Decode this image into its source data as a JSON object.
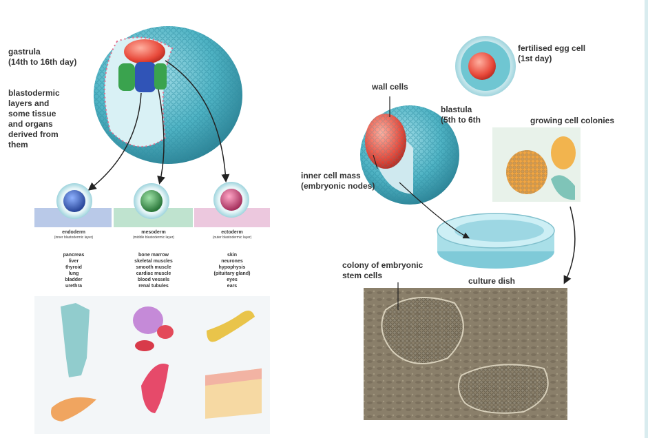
{
  "labels": {
    "gastrula": "gastrula\n(14th to 16th day)",
    "blastodermic": "blastodermic\nlayers and\nsome tissue\nand organs\nderived from\nthem",
    "fertilised_egg": "fertilised egg cell\n(1st day)",
    "wall_cells": "wall cells",
    "blastula": "blastula\n(5th to 6th",
    "growing_colonies": "growing cell colonies",
    "inner_cell_mass": "inner cell mass\n(embryonic nodes)",
    "colony_embryonic": "colony of embryonic\nstem cells",
    "culture_dish": "culture dish"
  },
  "germ_layers": [
    {
      "name": "endoderm",
      "subtitle": "(inner blastodermic layer)",
      "organs": [
        "pancreas",
        "liver",
        "thyroid",
        "lung",
        "bladder",
        "urethra"
      ],
      "color": "#2f4fa8",
      "band_color": "#b9c9e8"
    },
    {
      "name": "mesoderm",
      "subtitle": "(middle blastodermic layer)",
      "organs": [
        "bone marrow",
        "skeletal muscles",
        "smooth muscle",
        "cardiac muscle",
        "blood vessels",
        "renal tubules"
      ],
      "color": "#2e8b3e",
      "band_color": "#bfe3cf"
    },
    {
      "name": "ectoderm",
      "subtitle": "(outer blastodermic layer)",
      "organs": [
        "skin",
        "neurones",
        "hypophysis",
        "(pituitary gland)",
        "eyes",
        "ears"
      ],
      "color": "#c43a6a",
      "band_color": "#ecc8de"
    }
  ],
  "colors": {
    "sphere": "#4fb3c4",
    "sphere_dark": "#2f8fa3",
    "red_cells": "#e8493a",
    "text": "#333333",
    "photo_bg": "#8a7f6a",
    "arrow": "#222222"
  }
}
